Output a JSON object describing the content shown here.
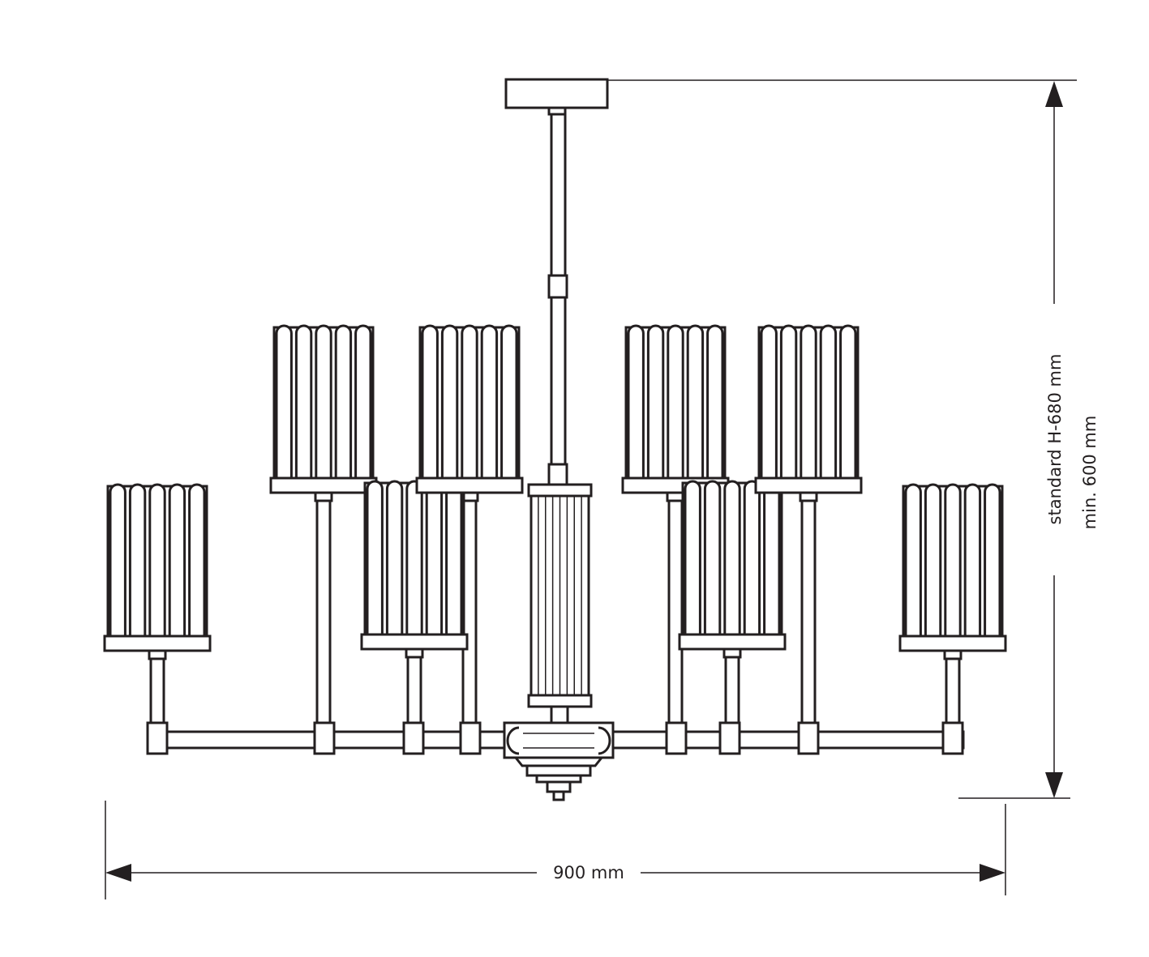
{
  "dimensions": {
    "width_label": "900 mm",
    "height_standard_label": "standard H-680 mm",
    "height_min_label": "min. 600 mm"
  },
  "colors": {
    "line": "#231f20",
    "background": "#ffffff"
  },
  "shade_count": 8
}
